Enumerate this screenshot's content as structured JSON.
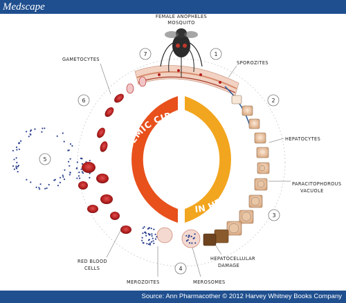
{
  "header": {
    "brand": "Medscape"
  },
  "footer": {
    "source": "Source: Ann Pharmacother © 2012 Harvey Whitney Books Company"
  },
  "diagram": {
    "arc_left": "IN SYSTEMIC CIRCULATION",
    "arc_right": "IN HEPATOCYTES",
    "labels": {
      "mosquito_line1": "FEMALE ANOPHELES",
      "mosquito_line2": "MOSQUITO",
      "sporozites": "SPOROZITES",
      "hepatocytes": "HEPATOCYTES",
      "vacuole_line1": "PARACITOPHOROUS",
      "vacuole_line2": "VACUOLE",
      "damage_line1": "HEPATOCELLULAR",
      "damage_line2": "DAMAGE",
      "merosomes": "MEROSOMES",
      "merozoites": "MEROZOITES",
      "rbc_line1": "RED BLOOD",
      "rbc_line2": "CELLS",
      "gametocytes": "GAMETOCYTES"
    },
    "steps": [
      "1",
      "2",
      "3",
      "4",
      "5",
      "6",
      "7"
    ],
    "colors": {
      "systemic": "#e8501c",
      "hepatic": "#f2a51e",
      "header": "#1f4f8f",
      "blood": "#b21e1e"
    }
  }
}
